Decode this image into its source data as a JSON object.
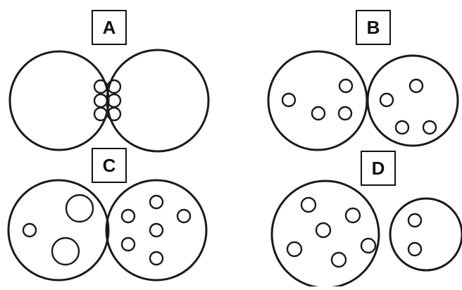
{
  "panels": [
    {
      "id": "a",
      "label": "A"
    },
    {
      "id": "b",
      "label": "B"
    },
    {
      "id": "c",
      "label": "C"
    },
    {
      "id": "d",
      "label": "D"
    }
  ],
  "colors": {
    "stroke": "#1a1a1a",
    "background": "#ffffff"
  }
}
